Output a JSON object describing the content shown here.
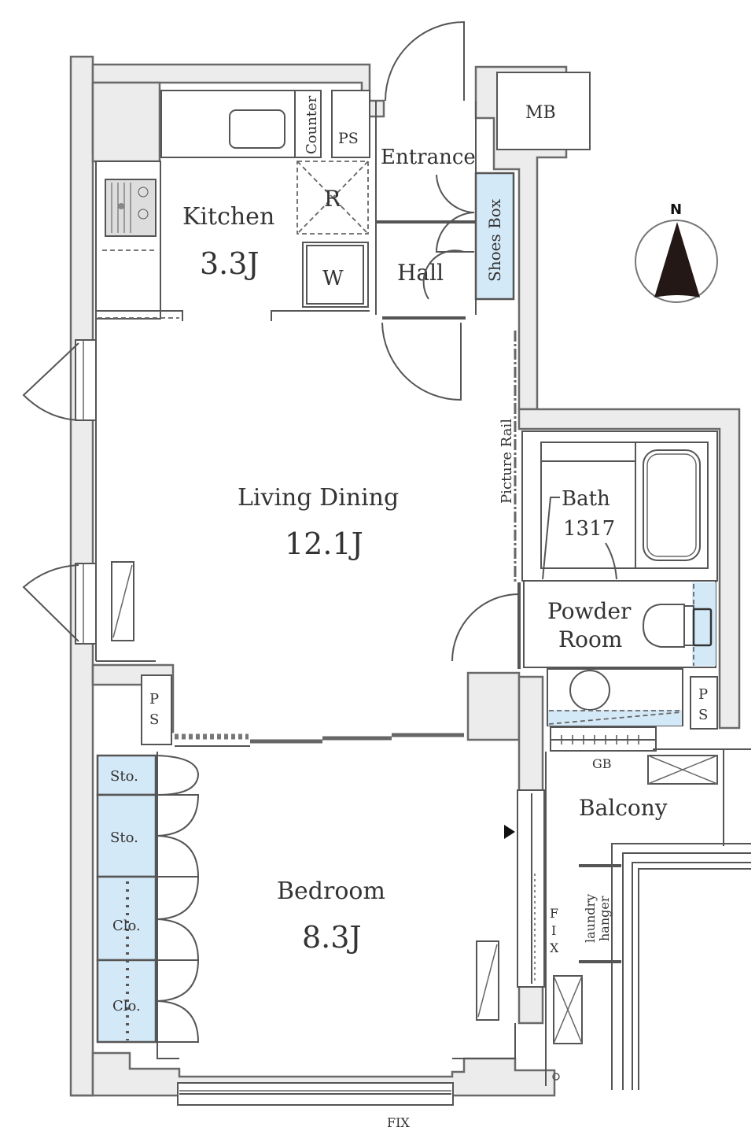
{
  "plan": {
    "rooms": {
      "kitchen": {
        "name": "Kitchen",
        "size": "3.3J"
      },
      "living": {
        "name": "Living Dining",
        "size": "12.1J"
      },
      "bedroom": {
        "name": "Bedroom",
        "size": "8.3J"
      },
      "entrance": {
        "name": "Entrance"
      },
      "hall": {
        "name": "Hall"
      },
      "bath": {
        "name": "Bath",
        "size": "1317"
      },
      "powder": {
        "name_line1": "Powder",
        "name_line2": "Room"
      },
      "balcony": {
        "name": "Balcony"
      }
    },
    "fixtures": {
      "counter": "Counter",
      "ps_top": "PS",
      "refrigerator": "R",
      "washer": "W",
      "mb": "MB",
      "shoes_box": "Shoes Box",
      "picture_rail": "Picture Rail",
      "ps_left_p": "P",
      "ps_left_s": "S",
      "ps_right_p": "P",
      "ps_right_s": "S",
      "gb": "GB",
      "fix_side_f": "F",
      "fix_side_i": "I",
      "fix_side_x": "X",
      "fix_bottom": "FIX",
      "laundry_line1": "laundry",
      "laundry_line2": "hanger"
    },
    "storage": [
      {
        "label": "Sto."
      },
      {
        "label": "Sto."
      },
      {
        "label": "Clo."
      },
      {
        "label": "Clo."
      }
    ],
    "compass": {
      "label": "N"
    },
    "colors": {
      "wall_fill": "#ececec",
      "wall_stroke": "#6a6a6a",
      "storage_fill": "#d4e9f7",
      "text": "#333333"
    }
  }
}
